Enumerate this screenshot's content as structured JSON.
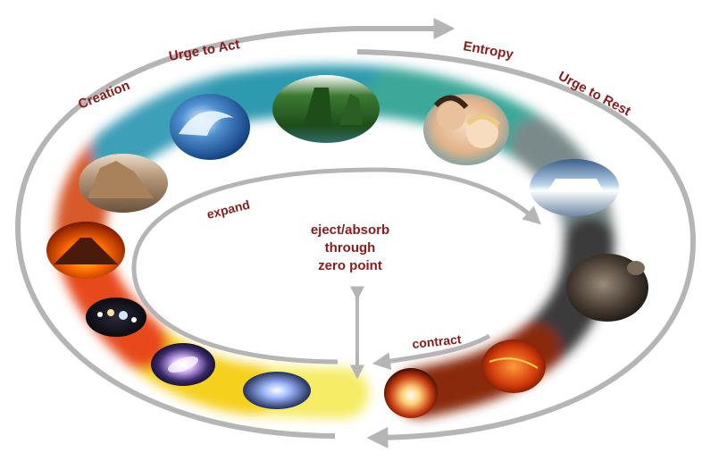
{
  "labels": {
    "creation": "Creation",
    "urge_to_act": "Urge to Act",
    "entropy": "Entropy",
    "urge_to_rest": "Urge to Rest",
    "expand": "expand",
    "contract": "contract"
  },
  "center_text": {
    "line1": "eject/absorb",
    "line2": "through",
    "line3": "zero point"
  },
  "images": [
    "volcano-eruption",
    "galaxy-spiral",
    "star-burst",
    "explosion-burst",
    "lava-surface",
    "asteroid-rocks",
    "iceberg",
    "mother-and-child",
    "tropical-cliffs",
    "ocean-wave",
    "desert-rocks",
    "planets-line"
  ],
  "colors": {
    "label": "#8b1a1a",
    "arrow": "#b5b5b5"
  }
}
